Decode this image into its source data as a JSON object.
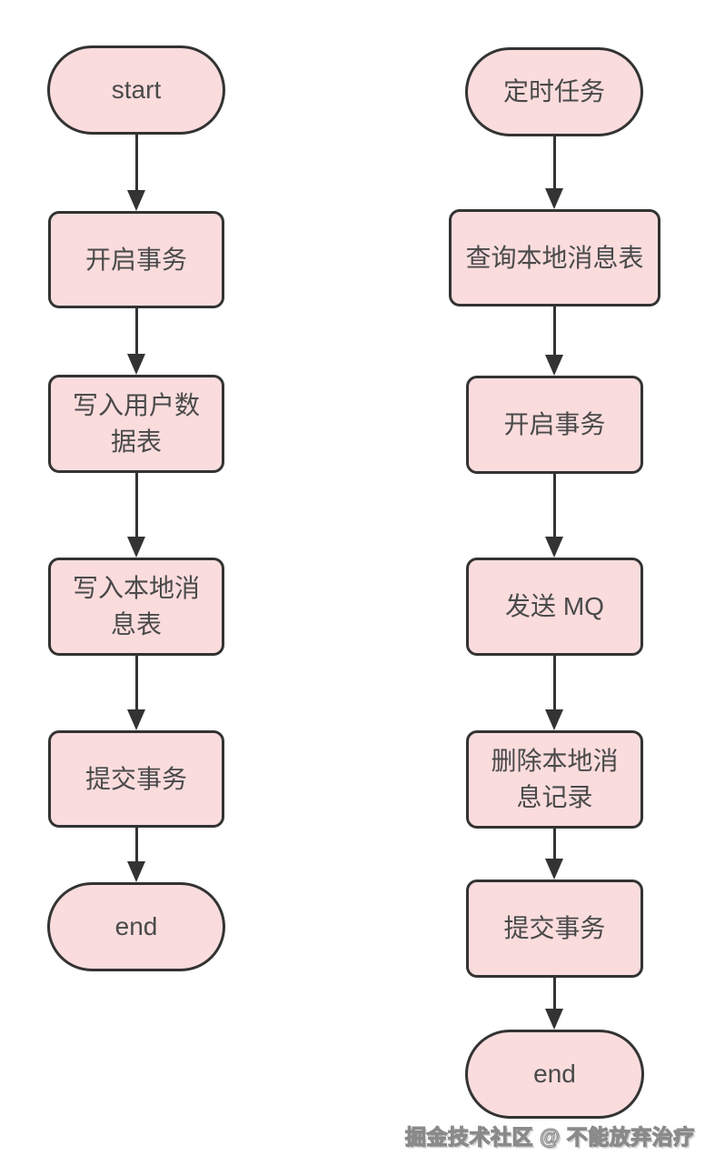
{
  "diagram": {
    "type": "flowchart",
    "background_color": "#ffffff",
    "node_fill_color": "#fadcdd",
    "node_border_color": "#333333",
    "node_text_color": "#4a4a4a",
    "arrow_color": "#333333",
    "columns": [
      {
        "name": "business-transaction-flow",
        "nodes": [
          {
            "label": "start",
            "shape": "stadium"
          },
          {
            "label": "开启事务",
            "shape": "rect"
          },
          {
            "label": "写入用户数据表",
            "shape": "rect"
          },
          {
            "label": "写入本地消息表",
            "shape": "rect"
          },
          {
            "label": "提交事务",
            "shape": "rect"
          },
          {
            "label": "end",
            "shape": "stadium"
          }
        ]
      },
      {
        "name": "scheduled-task-flow",
        "nodes": [
          {
            "label": "定时任务",
            "shape": "stadium"
          },
          {
            "label": "查询本地消息表",
            "shape": "rect"
          },
          {
            "label": "开启事务",
            "shape": "rect"
          },
          {
            "label": "发送 MQ",
            "shape": "rect"
          },
          {
            "label": "删除本地消息记录",
            "shape": "rect"
          },
          {
            "label": "提交事务",
            "shape": "rect"
          },
          {
            "label": "end",
            "shape": "stadium"
          }
        ]
      }
    ],
    "watermark": "掘金技术社区 @ 不能放弃治疗"
  }
}
